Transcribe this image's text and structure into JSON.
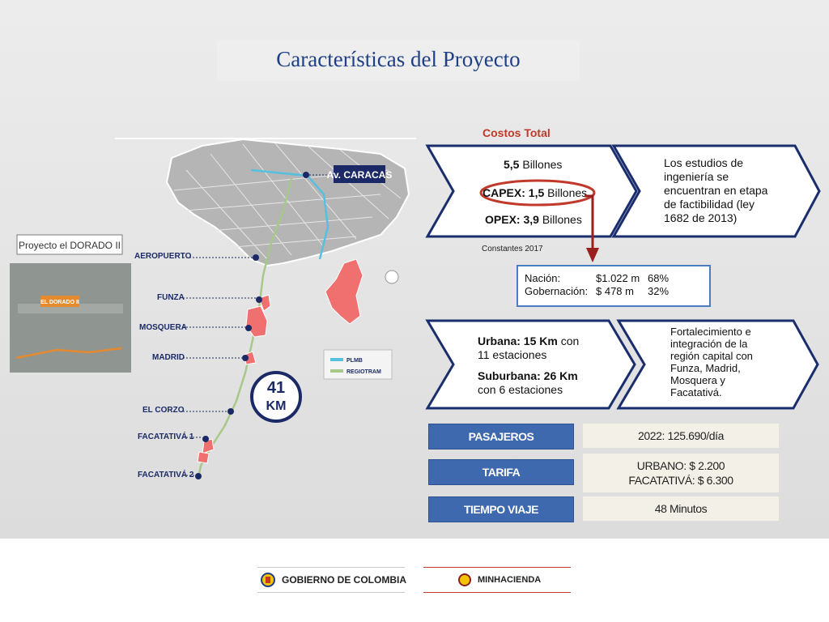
{
  "header": {
    "title": "Características del Proyecto"
  },
  "map": {
    "inset_label": "Proyecto el DORADO II",
    "inset_tag": "EL DORADO II",
    "caracas_label": "Av. CARACAS",
    "distance_number": "41",
    "distance_unit": "KM",
    "legend": [
      "PLMB",
      "REGIOTRAM"
    ],
    "stations": [
      "AEROPUERTO",
      "FUNZA",
      "MOSQUERA",
      "MADRID",
      "EL CORZO",
      "FACATATIVÁ 1",
      "FACATATIVÁ 2"
    ]
  },
  "costs": {
    "heading": "Costos Total",
    "total_value": "5,5",
    "total_unit": "Billones",
    "capex_label": "CAPEX: 1,5",
    "capex_unit": "Billones",
    "opex_label": "OPEX: 3,9",
    "opex_unit": "Billones",
    "note": "Constantes 2017",
    "study_text": "Los estudios de ingeniería se encuentran en etapa de factibilidad (ley 1682 de 2013)"
  },
  "funding": [
    {
      "name": "Nación:",
      "amount": "$1.022 m",
      "pct": "68%"
    },
    {
      "name": "Gobernación:",
      "amount": "$ 478 m",
      "pct": "32%"
    }
  ],
  "length": {
    "urban_label": "Urbana:",
    "urban_km": "15 Km",
    "urban_rest": "con 11 estaciones",
    "suburban_label": "Suburbana:",
    "suburban_km": "26 Km",
    "suburban_rest": "con 6 estaciones",
    "region_text": "Fortalecimiento e integración de la región capital con Funza, Madrid, Mosquera y Facatativá."
  },
  "metrics": [
    {
      "label": "PASAJEROS",
      "value": "2022: 125.690/día"
    },
    {
      "label": "TARIFA",
      "value": "URBANO: $ 2.200",
      "value2": "FACATATIVÁ: $ 6.300"
    },
    {
      "label": "TIEMPO  VIAJE",
      "value": "48 Minutos"
    }
  ],
  "footer": {
    "gov_label": "GOBIERNO DE COLOMBIA",
    "min_label": "MINHACIENDA"
  },
  "colors": {
    "title": "#1f3f86",
    "accent_red": "#c0392b",
    "button_blue": "#3e69ae",
    "chevron_border": "#1a2e6e",
    "map_pink": "#f07070"
  }
}
